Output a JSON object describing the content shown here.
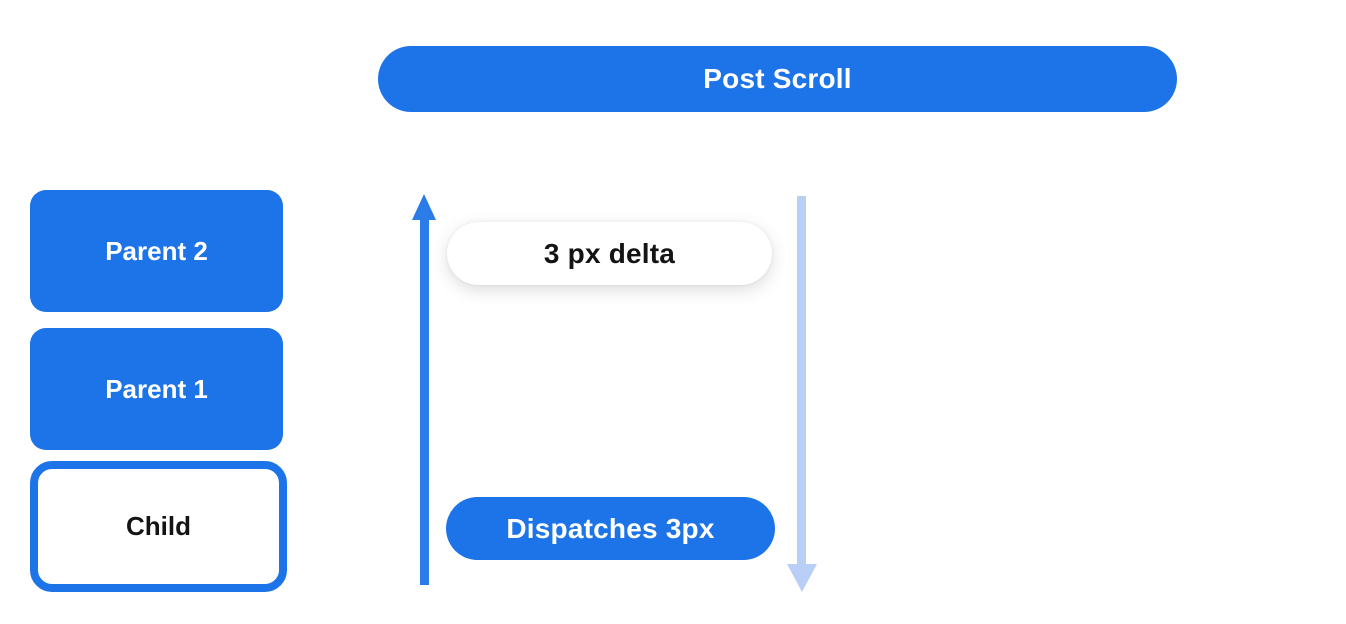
{
  "colors": {
    "primary_blue": "#1D73E8",
    "arrow_blue": "#2B7BE9",
    "light_blue": "#BACFF5",
    "text_white": "#FFFFFF",
    "text_black": "#141414",
    "bg": "#FFFFFF"
  },
  "header": {
    "post_scroll_label": "Post Scroll"
  },
  "widget_stack": {
    "parent2_label": "Parent 2",
    "parent1_label": "Parent 1",
    "child_label": "Child"
  },
  "flow": {
    "delta_label": "3 px delta",
    "dispatch_label": "Dispatches 3px",
    "up_arrow_icon": "arrow-up",
    "down_arrow_icon": "arrow-down"
  }
}
